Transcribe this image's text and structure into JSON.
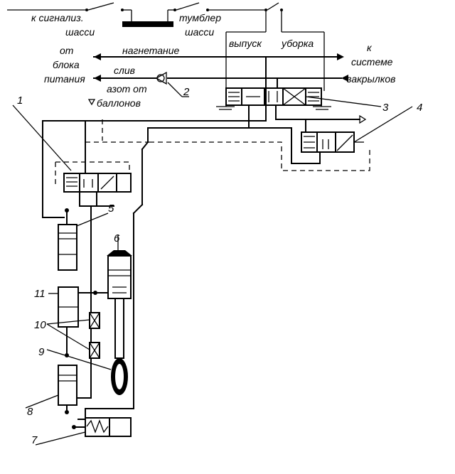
{
  "labels": {
    "k_signaliz_1": "к сигнализ.",
    "k_signaliz_2": "шасси",
    "tumbler_1": "тумблер",
    "tumbler_2": "шасси",
    "vypusk": "выпуск",
    "uborka": "уборка",
    "ot_1": "от",
    "ot_2": "блока",
    "ot_3": "питания",
    "nagnetanie": "нагнетание",
    "sliv": "слив",
    "azot_1": "азот от",
    "azot_2": "баллонов",
    "k_sys_1": "к",
    "k_sys_2": "системе",
    "k_sys_3": "закрылков"
  },
  "numbers": [
    "1",
    "2",
    "3",
    "4",
    "5",
    "6",
    "7",
    "8",
    "9",
    "10",
    "11"
  ],
  "colors": {
    "line": "#000000",
    "background": "#ffffff"
  }
}
